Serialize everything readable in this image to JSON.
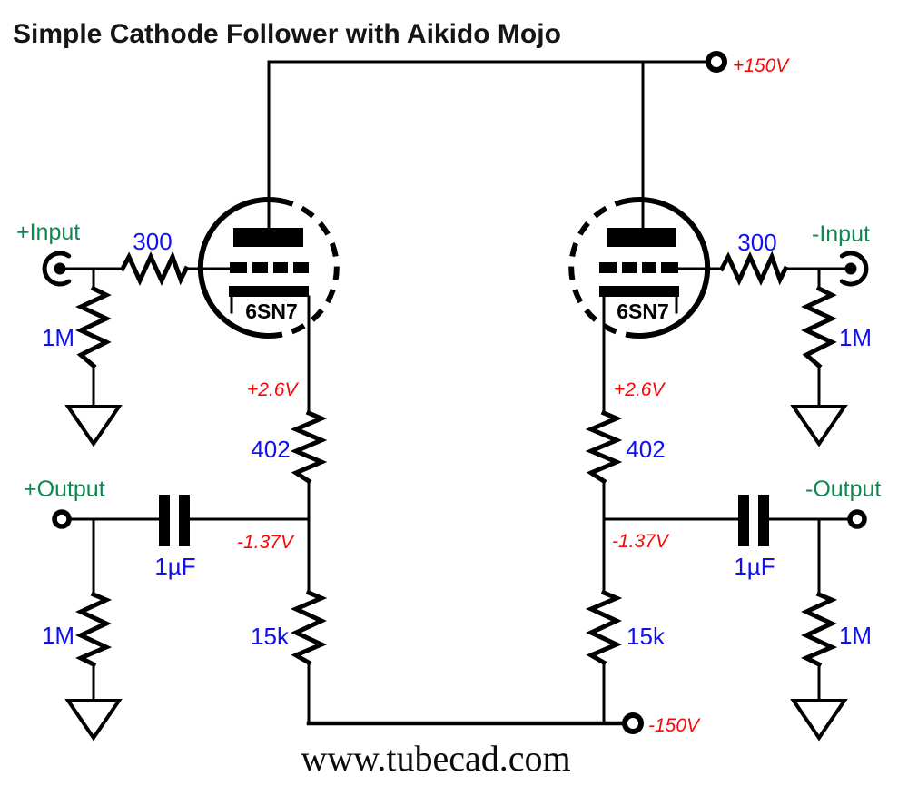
{
  "title": "Simple Cathode Follower with Aikido Mojo",
  "watermark": "www.tubecad.com",
  "colors": {
    "terminal_label_green": "#0E8750",
    "component_value_blue": "#0F0FF2",
    "voltage_red": "#FB0606",
    "schematic_black": "#000000"
  },
  "power": {
    "b_plus": "+150V",
    "b_minus": "-150V"
  },
  "left_channel": {
    "input_label": "+Input",
    "output_label": "+Output",
    "tube": "6SN7",
    "grid_stopper_resistor": "300",
    "grid_load_resistor": "1M",
    "cathode_resistor": "402",
    "cathode_voltage": "+2.6V",
    "output_node_voltage": "-1.37V",
    "coupling_capacitor": "1µF",
    "output_load_resistor": "1M",
    "tail_resistor": "15k"
  },
  "right_channel": {
    "input_label": "-Input",
    "output_label": "-Output",
    "tube": "6SN7",
    "grid_stopper_resistor": "300",
    "grid_load_resistor": "1M",
    "cathode_resistor": "402",
    "cathode_voltage": "+2.6V",
    "output_node_voltage": "-1.37V",
    "coupling_capacitor": "1µF",
    "output_load_resistor": "1M",
    "tail_resistor": "15k"
  }
}
